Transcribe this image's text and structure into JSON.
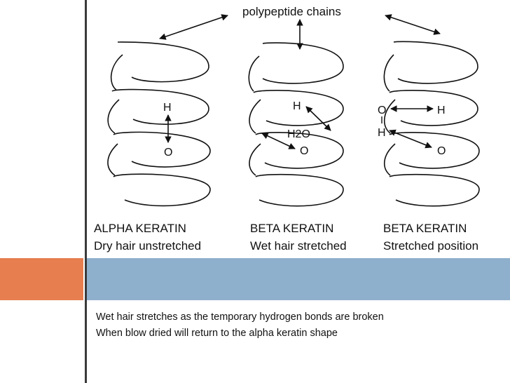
{
  "diagram": {
    "top_label": "polypeptide chains",
    "panels": [
      {
        "title": "ALPHA KERATIN",
        "subtitle": "Dry hair unstretched",
        "atom_h": "H",
        "atom_o": "O"
      },
      {
        "title": "BETA KERATIN",
        "subtitle": "Wet hair stretched",
        "atom_h": "H",
        "atom_o": "O",
        "water": "H2O"
      },
      {
        "title": "BETA KERATIN",
        "subtitle": "Stretched position",
        "atom_h": "H",
        "atom_o": "O",
        "atom_o2": "O",
        "atom_h2": "H"
      }
    ]
  },
  "bullets": [
    "Wet hair stretches as the temporary hydrogen bonds are broken",
    "When blow dried will return to the alpha keratin shape"
  ],
  "colors": {
    "accent_orange": "#e67e4f",
    "band_blue": "#8fb0cc"
  }
}
